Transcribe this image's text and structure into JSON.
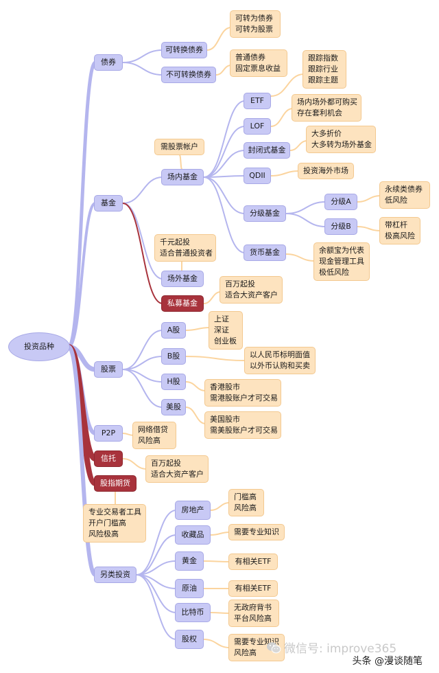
{
  "nodes": {
    "root": "投资品种",
    "bond": "债券",
    "bond_conv": "可转换债券",
    "bond_conv_note": [
      "可转为债券",
      "可转为股票"
    ],
    "bond_nonconv": "不可转换债券",
    "bond_nonconv_note": [
      "普通债券",
      "固定票息收益"
    ],
    "fund": "基金",
    "fund_listed": "场内基金",
    "fund_listed_note": [
      "需股票帐户"
    ],
    "etf": "ETF",
    "etf_note": [
      "跟踪指数",
      "跟踪行业",
      "跟踪主题"
    ],
    "lof": "LOF",
    "lof_note": [
      "场内场外都可购买",
      "存在套利机会"
    ],
    "closed": "封闭式基金",
    "closed_note": [
      "大多折价",
      "大多转为场外基金"
    ],
    "qdii": "QDII",
    "qdii_note": [
      "投资海外市场"
    ],
    "graded": "分级基金",
    "graded_a": "分级A",
    "graded_a_note": [
      "永续类债券",
      "低风险"
    ],
    "graded_b": "分级B",
    "graded_b_note": [
      "带杠杆",
      "极高风险"
    ],
    "money": "货币基金",
    "money_note": [
      "余额宝为代表",
      "现金管理工具",
      "极低风险"
    ],
    "otc_note": [
      "千元起投",
      "适合普通投资者"
    ],
    "otc": "场外基金",
    "private": "私募基金",
    "private_note": [
      "百万起投",
      "适合大资产客户"
    ],
    "stock": "股票",
    "a_share": "A股",
    "a_note": [
      "上证",
      "深证",
      "创业板"
    ],
    "b_share": "B股",
    "b_note": [
      "以人民币标明面值",
      "以外币认购和买卖"
    ],
    "h_share": "H股",
    "h_note": [
      "香港股市",
      "需港股账户才可交易"
    ],
    "us_share": "美股",
    "us_note": [
      "美国股市",
      "需美股账户才可交易"
    ],
    "p2p": "P2P",
    "p2p_note": [
      "网络借贷",
      "风险高"
    ],
    "trust": "信托",
    "trust_note": [
      "百万起投",
      "适合大资产客户"
    ],
    "futures": "股指期货",
    "futures_note": [
      "专业交易者工具",
      "开户门槛高",
      "风险极高"
    ],
    "alt": "另类投资",
    "realestate": "房地产",
    "realestate_note": [
      "门槛高",
      "风险高"
    ],
    "collect": "收藏品",
    "collect_note": [
      "需要专业知识"
    ],
    "gold": "黄金",
    "gold_note": [
      "有相关ETF"
    ],
    "oil": "原油",
    "oil_note": [
      "有相关ETF"
    ],
    "btc": "比特币",
    "btc_note": [
      "无政府背书",
      "平台风险高"
    ],
    "equity": "股权",
    "equity_note": [
      "需要专业知识",
      "风险高"
    ]
  },
  "watermark": "微信号: improve365",
  "footer": "头条 @漫谈随笔",
  "colors": {
    "topic": "#c8c9f5",
    "topic_border": "#a7a8e6",
    "highlight": "#a8333c",
    "note": "#fde3bf",
    "note_border": "#f3c88f",
    "link": "#b4b5ee",
    "link_red": "#a8333c"
  }
}
